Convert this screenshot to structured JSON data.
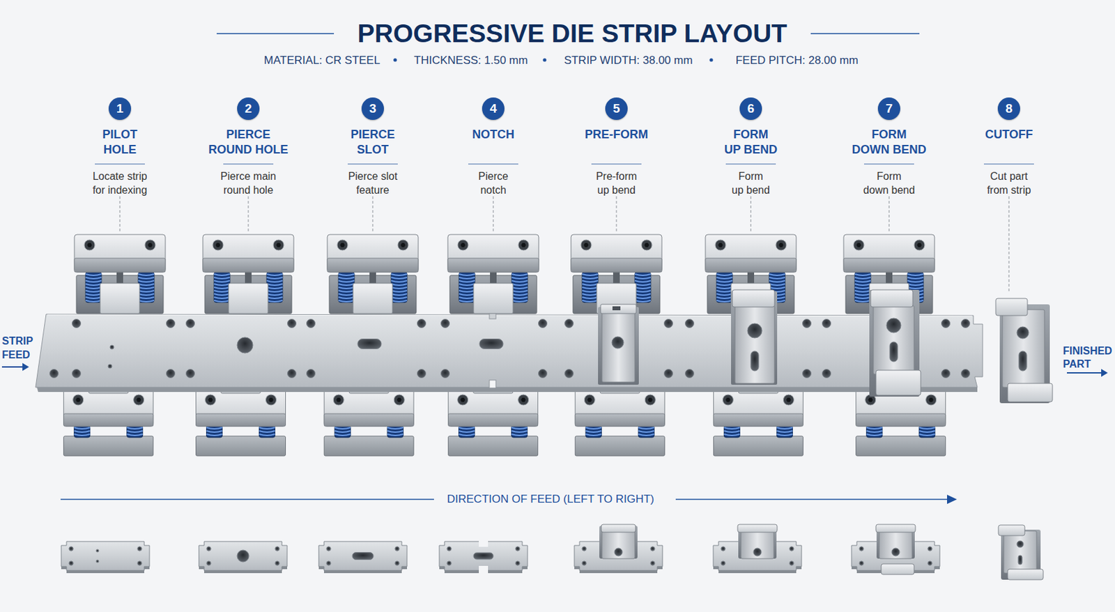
{
  "diagram": {
    "title": "PROGRESSIVE DIE STRIP LAYOUT",
    "nodes": [
      {
        "text": [
          "1"
        ]
      },
      {
        "text": [
          "2"
        ]
      },
      {
        "text": [
          "3"
        ]
      },
      {
        "text": [
          "4"
        ]
      },
      {
        "text": [
          "5"
        ]
      },
      {
        "text": [
          "6"
        ]
      },
      {
        "text": [
          "7"
        ]
      },
      {
        "text": [
          "8"
        ]
      }
    ],
    "labels": [
      "MATERIAL: CR STEEL",
      "THICKNESS: 1.50 mm",
      "STRIP WIDTH: 38.00 mm",
      "FEED PITCH: 28.00 mm",
      "PILOT HOLE",
      "Locate strip for indexing",
      "PIERCE ROUND HOLE",
      "Pierce main round hole",
      "PIERCE SLOT",
      "Pierce slot feature",
      "NOTCH",
      "Pierce notch",
      "PRE-FORM",
      "Pre-form up bend",
      "FORM UP BEND",
      "Form up bend",
      "FORM DOWN BEND",
      "Form down bend",
      "CUTOFF",
      "Cut part from strip",
      "STRIP FEED",
      "FINISHED PART",
      "DIRECTION OF FEED (LEFT TO RIGHT)"
    ]
  }
}
